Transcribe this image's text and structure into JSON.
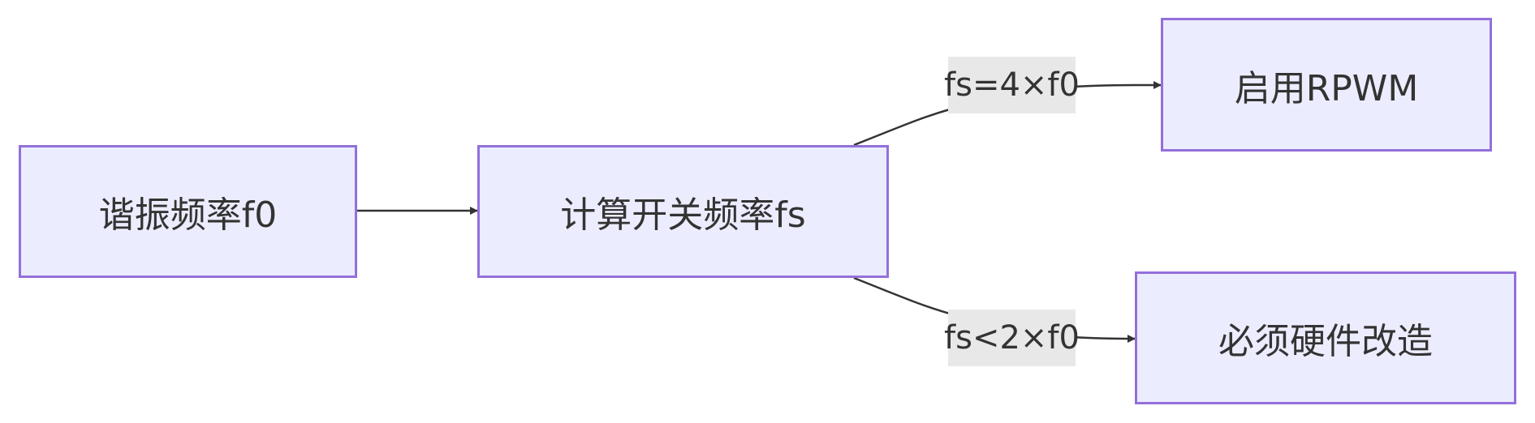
{
  "diagram": {
    "type": "flowchart",
    "direction": "left-to-right",
    "colors": {
      "node_fill": "#ececff",
      "node_border": "#9370db",
      "edge": "#333333",
      "label_bg": "#e8e8e8",
      "text": "#333333"
    },
    "nodes": {
      "resonant": {
        "label": "谐振频率f0"
      },
      "compute": {
        "label": "计算开关频率fs"
      },
      "rpwm": {
        "label": "启用RPWM"
      },
      "hardware": {
        "label": "必须硬件改造"
      }
    },
    "edges": [
      {
        "from": "resonant",
        "to": "compute",
        "label": ""
      },
      {
        "from": "compute",
        "to": "rpwm",
        "label": "fs=4×f0"
      },
      {
        "from": "compute",
        "to": "hardware",
        "label": "fs<2×f0"
      }
    ]
  }
}
